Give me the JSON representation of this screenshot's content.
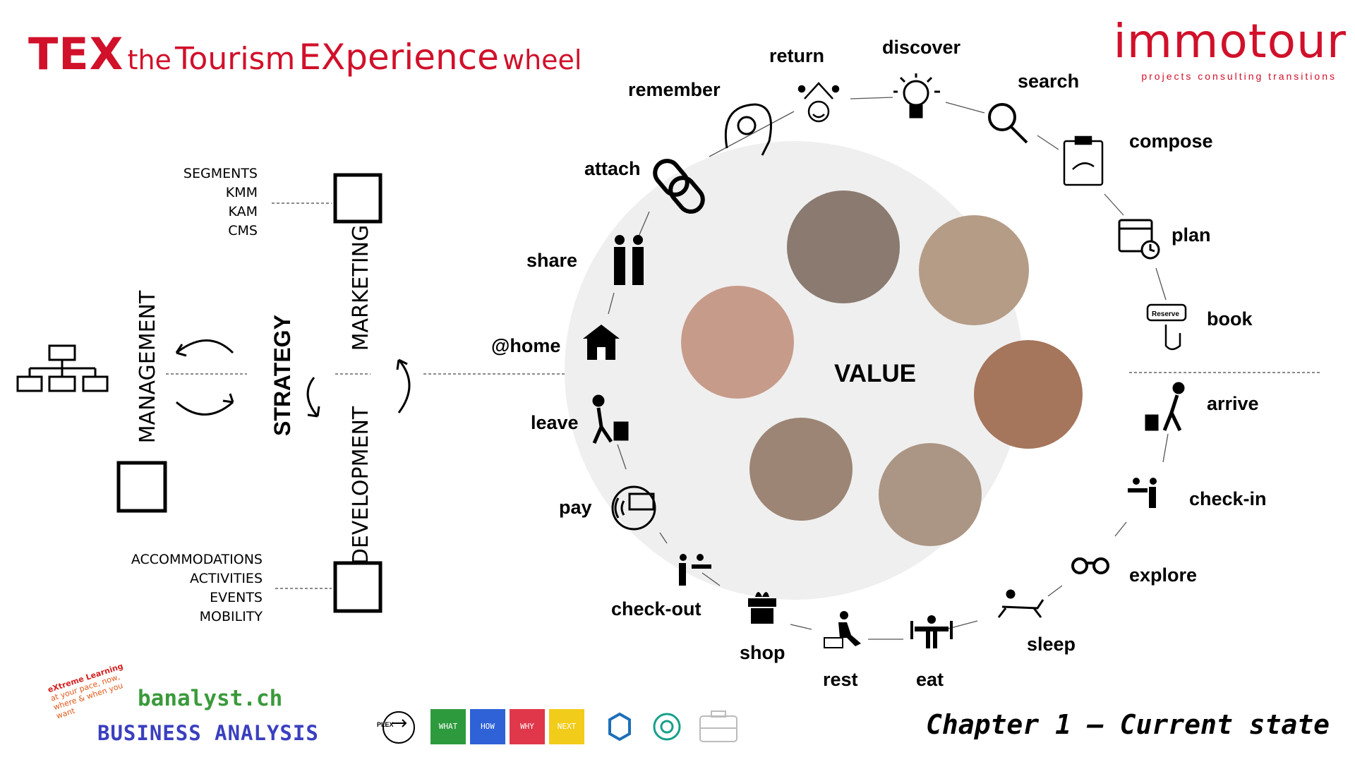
{
  "title": {
    "tex": "TEX",
    "the": "the",
    "tourism": "Tourism",
    "experience": "EXperience",
    "wheel": "wheel"
  },
  "logo": {
    "name": "immotour",
    "tagline": "projects  consulting  transitions"
  },
  "left": {
    "management": "MANAGEMENT",
    "strategy": "STRATEGY",
    "marketing": "MARKETING",
    "development": "DEVELOPMENT",
    "marketing_list": [
      "SEGMENTS",
      "KMM",
      "KAM",
      "CMS"
    ],
    "development_list": [
      "ACCOMMODATIONS",
      "ACTIVITIES",
      "EVENTS",
      "MOBILITY"
    ]
  },
  "center": {
    "value": "VALUE"
  },
  "wheel": {
    "return": "return",
    "discover": "discover",
    "search": "search",
    "compose": "compose",
    "plan": "plan",
    "book": "book",
    "arrive": "arrive",
    "checkin": "check-in",
    "explore": "explore",
    "sleep": "sleep",
    "eat": "eat",
    "rest": "rest",
    "shop": "shop",
    "checkout": "check-out",
    "pay": "pay",
    "leave": "leave",
    "home": "@home",
    "share": "share",
    "attach": "attach",
    "remember": "remember",
    "reserve": "Reserve"
  },
  "footer": {
    "chapter": "Chapter 1 – Current state",
    "banalyst": "banalyst.ch",
    "business": "BUSINESS ANALYSIS",
    "xlearn": [
      "eXtreme Learning",
      "at your pace, now,",
      "where & when you",
      "want"
    ],
    "badges": [
      "WHAT",
      "HOW",
      "WHY",
      "NEXT"
    ],
    "plex": "PLEX"
  },
  "colors": {
    "brand": "#d1102a",
    "circle": "#eeeeee",
    "green": "#2e9a3e",
    "blue": "#2f62d6",
    "red": "#e0384a",
    "yellow": "#f2cc1a"
  }
}
